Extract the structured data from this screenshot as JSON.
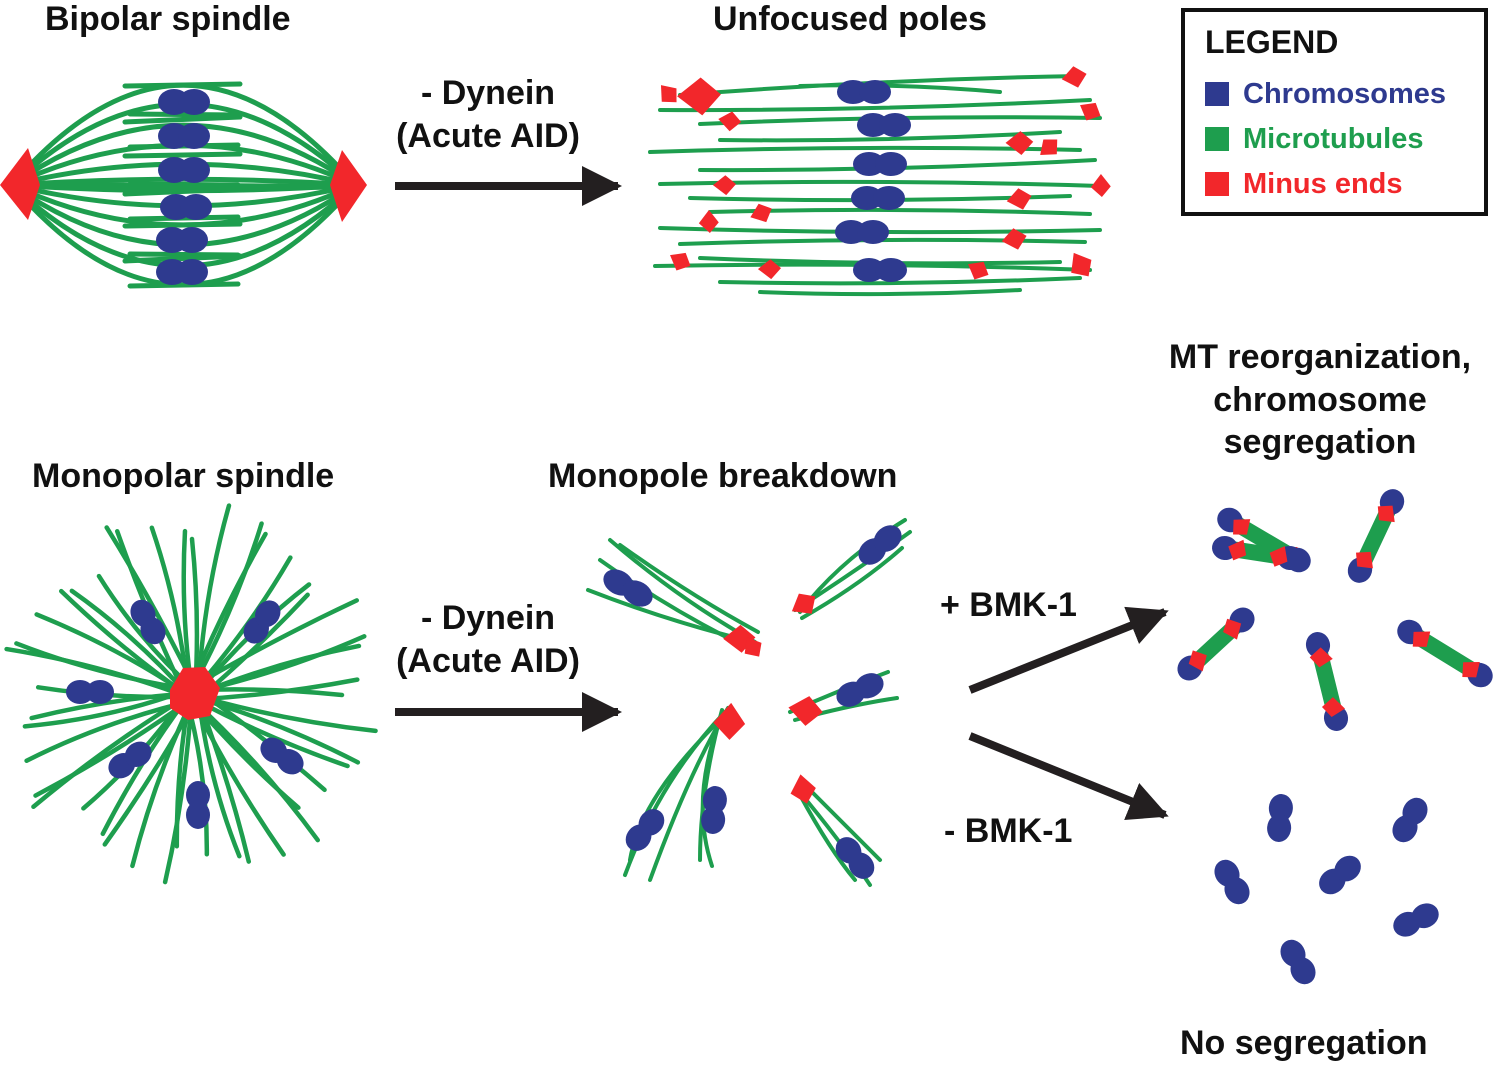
{
  "colors": {
    "chromosome": "#2E3A8F",
    "microtubule": "#1E9E4E",
    "minus_end": "#F2272B",
    "arrow": "#231F20",
    "text": "#111111",
    "background": "#FFFFFF"
  },
  "legend": {
    "title": "LEGEND",
    "items": [
      {
        "label": "Chromosomes",
        "color": "#2E3A8F"
      },
      {
        "label": "Microtubules",
        "color": "#1E9E4E"
      },
      {
        "label": "Minus ends",
        "color": "#F2272B"
      }
    ]
  },
  "panels": {
    "bipolar": {
      "title": "Bipolar spindle"
    },
    "unfocused": {
      "title": "Unfocused poles"
    },
    "monopolar": {
      "title": "Monopolar spindle"
    },
    "breakdown": {
      "title": "Monopole breakdown"
    },
    "reorganization": {
      "title_lines": [
        "MT reorganization,",
        "chromosome",
        "segregation"
      ]
    },
    "no_segregation": {
      "title": "No segregation"
    }
  },
  "transitions": {
    "top_arrow": {
      "label_lines": [
        "- Dynein",
        "(Acute AID)"
      ]
    },
    "bottom_arrow": {
      "label_lines": [
        "- Dynein",
        "(Acute AID)"
      ]
    },
    "plus_bmk1": {
      "label": "+ BMK-1"
    },
    "minus_bmk1": {
      "label": "- BMK-1"
    }
  }
}
